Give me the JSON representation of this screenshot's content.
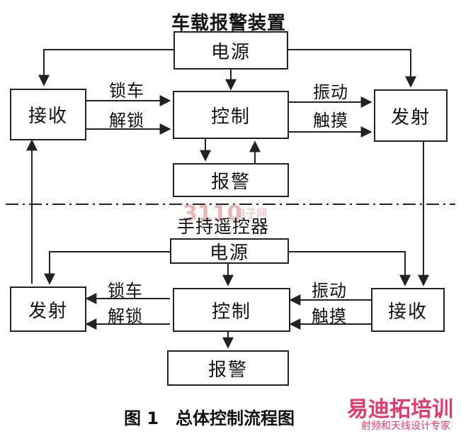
{
  "diagram": {
    "top_title": "车载报警装置",
    "bottom_title": "手持遥控器",
    "top": {
      "power": "电源",
      "receive": "接收",
      "control": "控制",
      "transmit": "发射",
      "alarm": "报警",
      "lock_label": "锁车",
      "unlock_label": "解锁",
      "vibration_label": "振动",
      "touch_label": "触摸"
    },
    "bottom": {
      "power": "电源",
      "transmit": "发射",
      "control": "控制",
      "receive": "接收",
      "alarm": "报警",
      "lock_label": "锁车",
      "unlock_label": "解锁",
      "vibration_label": "振动",
      "touch_label": "触摸"
    },
    "caption": "图 1　总体控制流程图"
  },
  "watermark": {
    "main": "3110",
    "sub": "电子网"
  },
  "logo": {
    "main": "易迪拓培训",
    "sub": "射频和天线设计专家"
  },
  "colors": {
    "line": "#222222",
    "logo": "#e23a6b",
    "watermark": "#e8b6b6"
  }
}
